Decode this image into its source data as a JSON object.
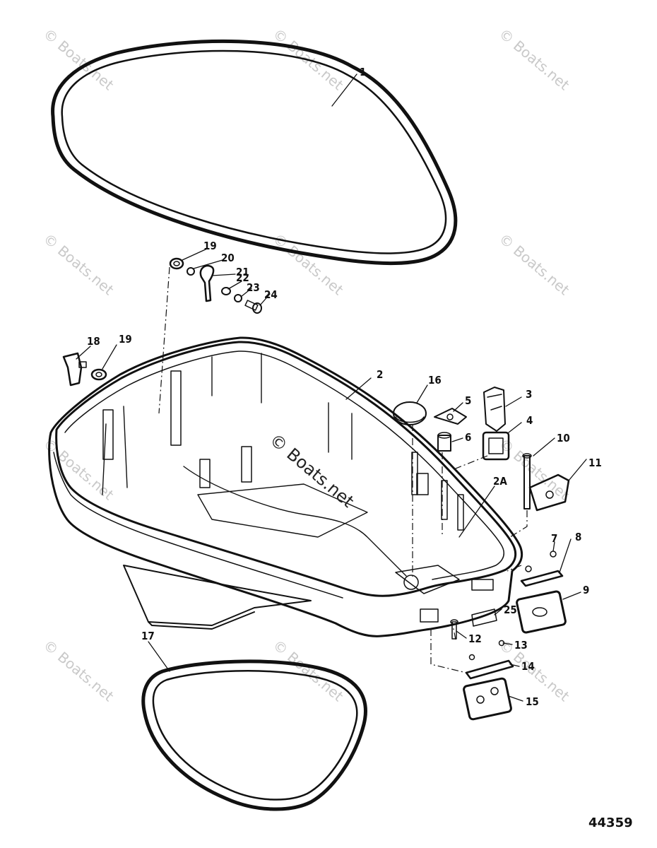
{
  "watermark": {
    "text": "© Boats.net"
  },
  "center_mark": {
    "text": "© Boats.net"
  },
  "reference_number": "44359",
  "callouts": {
    "c1": "1",
    "c2": "2",
    "c2a": "2A",
    "c3": "3",
    "c4": "4",
    "c5": "5",
    "c6": "6",
    "c7": "7",
    "c8": "8",
    "c9": "9",
    "c10": "10",
    "c11": "11",
    "c12": "12",
    "c13": "13",
    "c14": "14",
    "c15": "15",
    "c16": "16",
    "c17": "17",
    "c18": "18",
    "c19a": "19",
    "c19b": "19",
    "c20": "20",
    "c21": "21",
    "c22": "22",
    "c23": "23",
    "c24": "24",
    "c25": "25"
  }
}
